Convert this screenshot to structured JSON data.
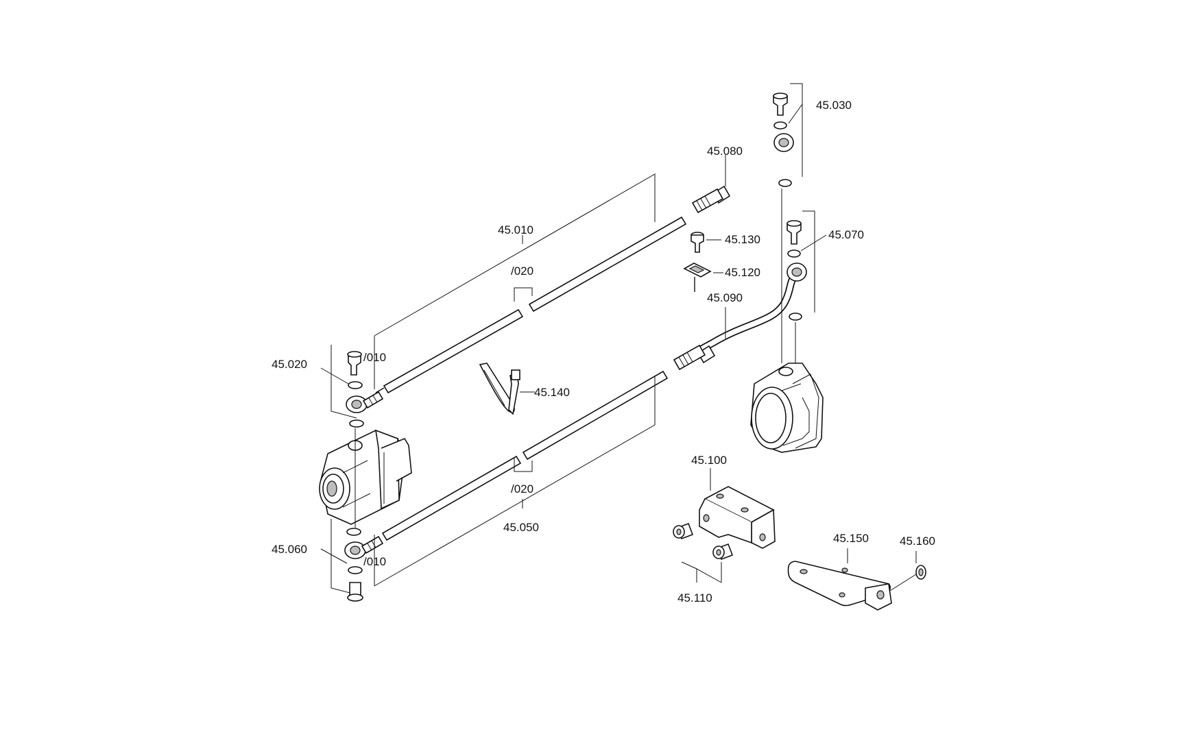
{
  "labels": {
    "p45010": "45.010",
    "p45020": "45.020",
    "p45030": "45.030",
    "p45050": "45.050",
    "p45060": "45.060",
    "p45070": "45.070",
    "p45080": "45.080",
    "p45090": "45.090",
    "p45100": "45.100",
    "p45110": "45.110",
    "p45120": "45.120",
    "p45130": "45.130",
    "p45140": "45.140",
    "p45150": "45.150",
    "p45160": "45.160",
    "s010_top": "/010",
    "s010_bottom": "/010",
    "s020_top": "/020",
    "s020_bottom": "/020"
  }
}
